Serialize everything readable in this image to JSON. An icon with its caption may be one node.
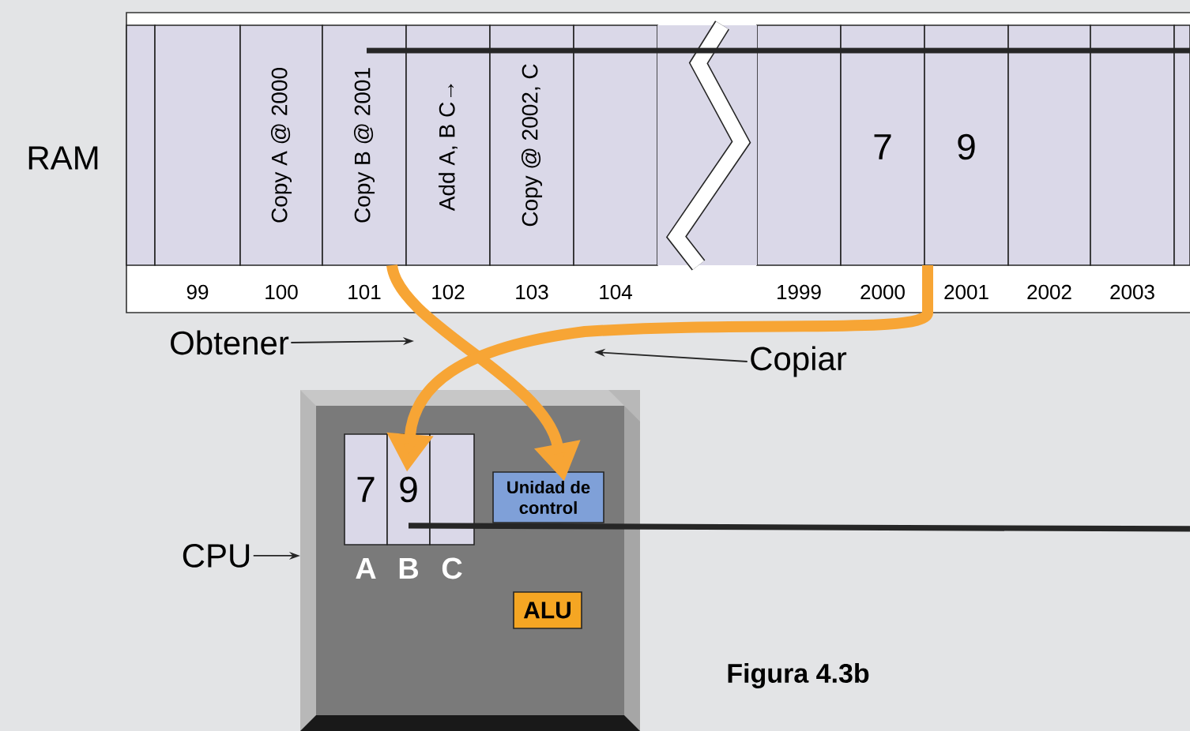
{
  "diagram": {
    "caption": "Figura 4.3b",
    "nodes": [
      {
        "text": [],
        "shape": "box"
      },
      {
        "text": [],
        "shape": "box",
        "beside": [
          "99"
        ]
      },
      {
        "text": [
          "Copy A @ 2000"
        ],
        "beside": [
          "100"
        ]
      },
      {
        "text": [
          "Copy B @ 2001"
        ],
        "beside": [
          "101"
        ]
      },
      {
        "text": [
          "Add A, B C→"
        ],
        "beside": [
          "102"
        ]
      },
      {
        "text": [
          "Copy @ 2002, C"
        ],
        "beside": [
          "103"
        ]
      },
      {
        "text": [],
        "shape": "box",
        "beside": [
          "104"
        ]
      },
      {
        "text": [],
        "shape": "box",
        "beside": [
          "1999"
        ]
      },
      {
        "text": [
          "7"
        ],
        "beside": [
          "2000"
        ]
      },
      {
        "text": [
          "9"
        ],
        "beside": [
          "2001"
        ]
      },
      {
        "text": [],
        "shape": "box",
        "beside": [
          "2002"
        ]
      },
      {
        "text": [],
        "shape": "box",
        "beside": [
          "2003"
        ]
      },
      {
        "text": [],
        "shape": "box"
      },
      {
        "text": [
          "Obtener"
        ]
      },
      {
        "text": [
          "Copiar"
        ]
      },
      {
        "text": [
          "CPU"
        ]
      },
      {
        "text": [],
        "shape": "box"
      },
      {
        "text": [
          "7"
        ],
        "in": 16,
        "beside": [
          "A"
        ]
      },
      {
        "text": [
          "9"
        ],
        "in": 16,
        "beside": [
          "B"
        ]
      },
      {
        "text": [],
        "shape": "box",
        "in": 16,
        "beside": [
          "C"
        ]
      },
      {
        "text": [
          "Unidad de control"
        ],
        "in": 16
      },
      {
        "text": [
          "ALU"
        ],
        "in": 16
      }
    ],
    "edges": [
      {
        "from": 3,
        "to": 12,
        "arrow": "none"
      },
      {
        "from": 18,
        "to": null,
        "arrow": "none"
      },
      {
        "from": 3,
        "to": 20,
        "arrow": "to",
        "style": "thick",
        "color": "#f7a535"
      },
      {
        "from": 9,
        "to": 18,
        "arrow": "to",
        "style": "thick",
        "color": "#f7a535"
      },
      {
        "from": 13,
        "to": null,
        "arrow": "to"
      },
      {
        "from": 14,
        "to": null,
        "arrow": "to"
      },
      {
        "from": 15,
        "to": 16,
        "arrow": "to"
      }
    ],
    "labels": [
      "RAM"
    ]
  }
}
